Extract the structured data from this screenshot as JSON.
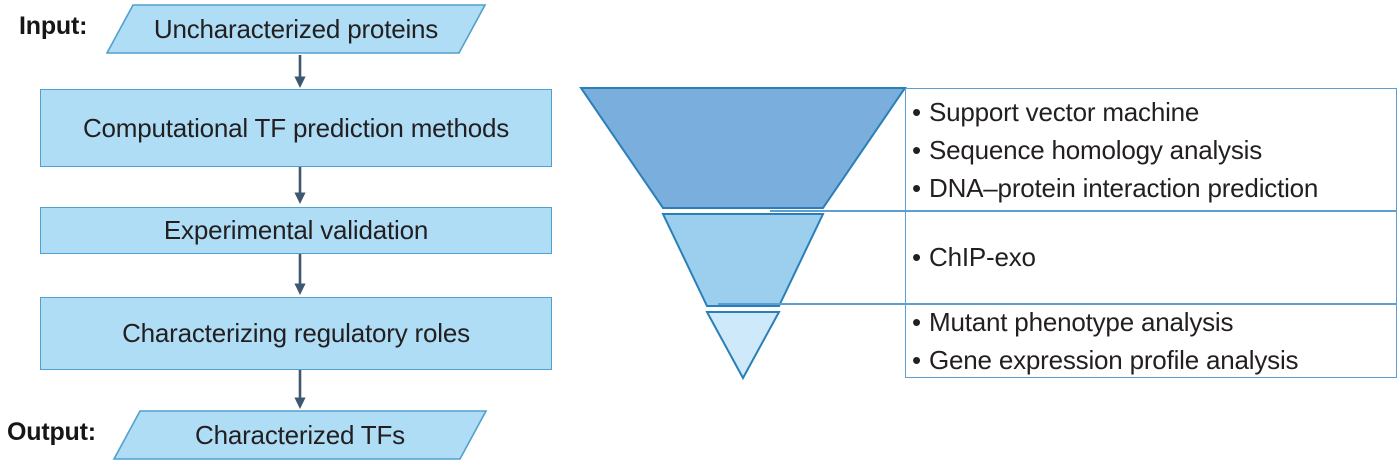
{
  "figure": {
    "type": "flowchart-with-funnel",
    "colors": {
      "box_fill": "#aeddf5",
      "box_border": "#52a0ce",
      "arrow": "#3e5871",
      "funnel_tier_top": "#7aafdd",
      "funnel_tier_middle": "#9ccfee",
      "funnel_tier_bottom": "#cde9fa",
      "funnel_outline": "#2a7fb8",
      "panel_border": "#5b9fd4",
      "text": "#231f20"
    }
  },
  "flow": {
    "input_label": "Input:",
    "output_label": "Output:",
    "nodes": [
      {
        "id": "input",
        "shape": "parallelogram",
        "label": "Uncharacterized proteins"
      },
      {
        "id": "step1",
        "shape": "rectangle",
        "label": "Computational TF prediction methods"
      },
      {
        "id": "step2",
        "shape": "rectangle",
        "label": "Experimental validation"
      },
      {
        "id": "step3",
        "shape": "rectangle",
        "label": "Characterizing regulatory roles"
      },
      {
        "id": "output",
        "shape": "parallelogram",
        "label": "Characterized TFs"
      }
    ]
  },
  "funnel": {
    "orientation": "inverted-triangle",
    "tiers": [
      {
        "id": "tier-1",
        "fill": "#7aafdd",
        "methods": [
          "Support vector machine",
          "Sequence homology analysis",
          "DNA–protein interaction prediction"
        ]
      },
      {
        "id": "tier-2",
        "fill": "#9ccfee",
        "methods": [
          "ChIP-exo"
        ]
      },
      {
        "id": "tier-3",
        "fill": "#cde9fa",
        "methods": [
          "Mutant phenotype analysis",
          "Gene expression profile analysis"
        ]
      }
    ]
  }
}
